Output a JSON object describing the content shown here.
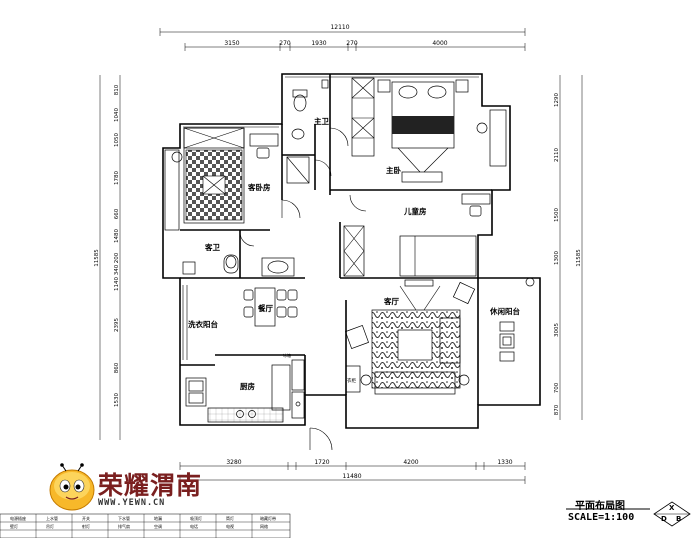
{
  "dimensions": {
    "top_total": "12110",
    "top_segments": [
      "3150",
      "270",
      "1930",
      "270",
      "4000"
    ],
    "bottom_segments": [
      "3280",
      "1720",
      "4200",
      "1330"
    ],
    "bottom_total": "11480",
    "left_total": "11585",
    "right_total": "11585",
    "left_segments": [
      "810",
      "1040",
      "1050",
      "1780",
      "660",
      "1480",
      "200",
      "340",
      "1140",
      "2395",
      "860",
      "1530"
    ],
    "right_segments": [
      "1290",
      "2110",
      "1500",
      "1300",
      "3005",
      "700",
      "870"
    ]
  },
  "rooms": {
    "guest_bedroom": "客卧房",
    "guest_bath": "客卫",
    "laundry_balcony": "洗衣阳台",
    "dining": "餐厅",
    "kitchen": "厨房",
    "master_bath": "主卫",
    "master_bedroom": "主卧",
    "kids_room": "儿童房",
    "living_room": "客厅",
    "leisure_balcony": "休闲阳台",
    "wardrobe": "衣柜",
    "fridge": "冰箱"
  },
  "brand": {
    "name": "荣耀渭南",
    "url": "WWW.YEWN.CN"
  },
  "drawing_title": "平面布局图",
  "scale": "SCALE=1:100",
  "compass_letters": [
    "X",
    "D",
    "B"
  ],
  "legend_items": [
    "电源插座",
    "上水管",
    "开关",
    "下水管",
    "地漏",
    "吸顶灯",
    "筒灯",
    "暗藏灯带",
    "壁灯",
    "吊灯",
    "射灯",
    "排气扇",
    "空调",
    "电话",
    "电视",
    "网络"
  ],
  "colors": {
    "ink": "#000000",
    "brand_text": "#7a1f1f"
  }
}
